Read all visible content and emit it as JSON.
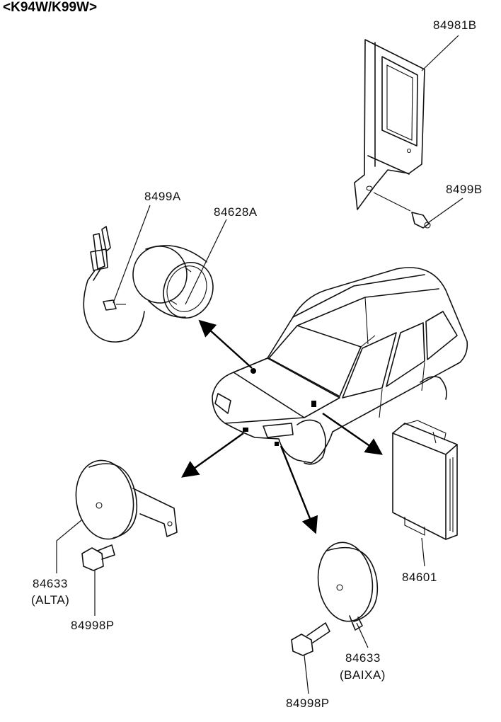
{
  "header": {
    "title": "<K94W/K99W>"
  },
  "parts": {
    "p84981B": "84981B",
    "p8499B": "8499B",
    "p8499A": "8499A",
    "p84628A": "84628A",
    "p84633_high": "84633",
    "p84633_high_note": "(ALTA)",
    "p84998P_high": "84998P",
    "p84601": "84601",
    "p84633_low": "84633",
    "p84633_low_note": "(BAIXA)",
    "p84998P_low": "84998P"
  }
}
